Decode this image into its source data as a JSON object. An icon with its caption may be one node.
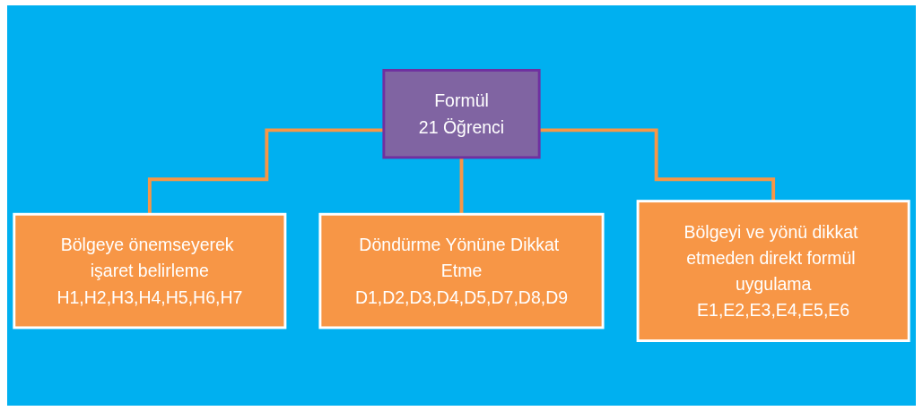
{
  "diagram": {
    "nodes": [
      {
        "text": [
          "Formül",
          "21 Öğrenci"
        ]
      },
      {
        "text": [
          "Bölgeye önemseyerek işaret belirleme",
          "H1,H2,H3,H4,H5,H6,H7"
        ]
      },
      {
        "text": [
          "Döndürme Yönüne Dikkat Etme",
          "D1,D2,D3,D4,D5,D7,D8,D9"
        ]
      },
      {
        "text": [
          "Bölgeyi ve yönü dikkat etmeden direkt formül uygulama",
          "E1,E2,E3,E4,E5,E6"
        ]
      }
    ],
    "edges": [
      {
        "from": 0,
        "to": 1,
        "arrow": "none"
      },
      {
        "from": 0,
        "to": 2,
        "arrow": "none"
      },
      {
        "from": 0,
        "to": 3,
        "arrow": "none"
      }
    ]
  }
}
